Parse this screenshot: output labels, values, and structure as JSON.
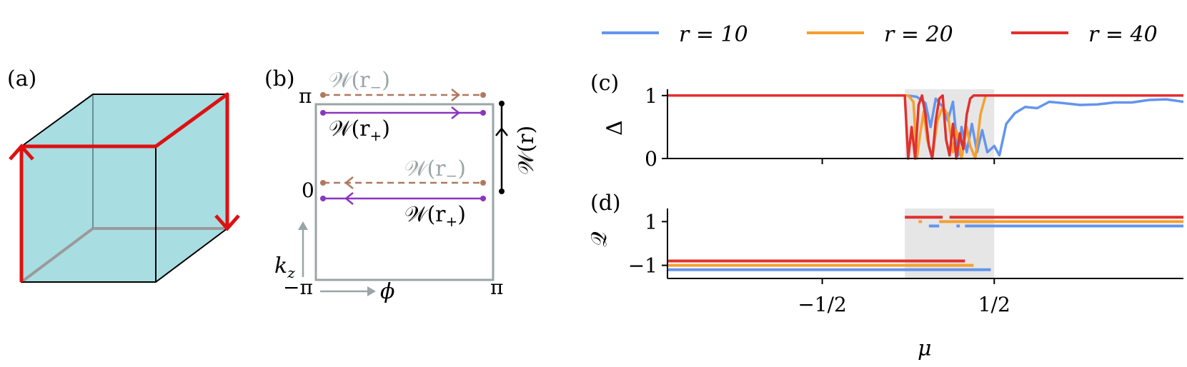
{
  "panels": {
    "a": {
      "label": "(a)"
    },
    "b": {
      "label": "(b)",
      "y_ticks": [
        "π",
        "0",
        "−π"
      ],
      "x_tick_right": "π",
      "axis_kz": "k",
      "axis_kz_sub": "z",
      "axis_phi": "ϕ",
      "w_r_minus": "𝒲(r",
      "w_r_plus": "𝒲(r",
      "sub_minus": "−",
      "sub_plus": "+",
      "close_paren": ")",
      "w_r": "𝒲(r)"
    },
    "c": {
      "label": "(c)",
      "ylabel": "Δ"
    },
    "d": {
      "label": "(d)",
      "ylabel": "𝒬"
    }
  },
  "legend": [
    {
      "text": "r = 10",
      "color": "#6495ed"
    },
    {
      "text": "r = 20",
      "color": "#f4a030"
    },
    {
      "text": "r = 40",
      "color": "#e0302e"
    }
  ],
  "colors": {
    "cube_fill": "#a8dde2",
    "path_red": "#dd1111",
    "purple": "#8a35c0",
    "brown": "#b07860",
    "gray": "#9aa5a5",
    "shade": "#e6e6e6"
  },
  "chart_data": [
    {
      "type": "line",
      "panel": "c",
      "xlabel": "μ",
      "ylabel": "Δ",
      "xlim": [
        -1.4,
        1.6
      ],
      "ylim": [
        0,
        1.1
      ],
      "x_ticks": [
        -0.5,
        0.5
      ],
      "x_tick_labels": [
        "−1/2",
        "1/2"
      ],
      "y_ticks": [
        0,
        1
      ],
      "y_tick_labels": [
        "0",
        "1"
      ],
      "shaded_region": [
        -0.02,
        0.5
      ],
      "series": [
        {
          "name": "r = 10",
          "color": "#6495ed",
          "x": [
            -1.4,
            -0.02,
            0.0,
            0.05,
            0.1,
            0.13,
            0.16,
            0.2,
            0.23,
            0.26,
            0.29,
            0.31,
            0.34,
            0.37,
            0.4,
            0.43,
            0.46,
            0.5,
            0.53,
            0.57,
            0.62,
            0.68,
            0.75,
            0.82,
            0.9,
            1.0,
            1.1,
            1.2,
            1.3,
            1.4,
            1.5,
            1.6
          ],
          "y": [
            1,
            1,
            1.0,
            0.98,
            0.88,
            0.5,
            0.95,
            0.82,
            0.6,
            0.9,
            0.05,
            0.5,
            0.1,
            0.55,
            0.1,
            0.45,
            0.1,
            0.2,
            0.05,
            0.55,
            0.72,
            0.82,
            0.8,
            0.9,
            0.88,
            0.85,
            0.86,
            0.89,
            0.89,
            0.93,
            0.94,
            0.9
          ]
        },
        {
          "name": "r = 20",
          "color": "#f4a030",
          "x": [
            -1.4,
            -0.02,
            0.0,
            0.03,
            0.05,
            0.07,
            0.09,
            0.11,
            0.14,
            0.17,
            0.2,
            0.23,
            0.26,
            0.28,
            0.31,
            0.34,
            0.36,
            0.39,
            0.42,
            0.45,
            1.6
          ],
          "y": [
            1,
            1,
            1.0,
            0.9,
            0.0,
            0.4,
            0.75,
            0.3,
            0.02,
            0.6,
            0.82,
            0.7,
            0.1,
            0.45,
            0.0,
            0.5,
            0.2,
            0.0,
            0.7,
            1.0,
            1.0
          ]
        },
        {
          "name": "r = 40",
          "color": "#e0302e",
          "x": [
            -1.4,
            -0.02,
            0.0,
            0.02,
            0.04,
            0.06,
            0.08,
            0.1,
            0.12,
            0.14,
            0.16,
            0.18,
            0.2,
            0.22,
            0.24,
            0.26,
            0.28,
            0.3,
            0.32,
            0.34,
            0.36,
            0.38,
            1.6
          ],
          "y": [
            1,
            1,
            0.0,
            0.5,
            0.0,
            0.85,
            1.0,
            0.7,
            0.2,
            0.0,
            0.6,
            0.95,
            1.0,
            0.3,
            0.05,
            0.55,
            0.0,
            0.4,
            0.15,
            0.7,
            0.95,
            1.0,
            1.0
          ]
        }
      ]
    },
    {
      "type": "line",
      "panel": "d",
      "xlabel": "μ",
      "ylabel": "𝒬",
      "xlim": [
        -1.4,
        1.6
      ],
      "ylim": [
        -1.6,
        1.6
      ],
      "x_ticks": [
        -0.5,
        0.5
      ],
      "x_tick_labels": [
        "−1/2",
        "1/2"
      ],
      "y_ticks": [
        -1,
        1
      ],
      "y_tick_labels": [
        "−1",
        "1"
      ],
      "shaded_region": [
        -0.02,
        0.5
      ],
      "series": [
        {
          "name": "r = 40",
          "color": "#e0302e",
          "segments": [
            {
              "x": [
                -1.4,
                0.33
              ],
              "y": -0.8
            },
            {
              "x": [
                -0.02,
                0.2
              ],
              "y": 1.2
            },
            {
              "x": [
                0.24,
                1.6
              ],
              "y": 1.2
            }
          ]
        },
        {
          "name": "r = 20",
          "color": "#f4a030",
          "segments": [
            {
              "x": [
                -1.4,
                0.38
              ],
              "y": -1.0
            },
            {
              "x": [
                0.06,
                0.08
              ],
              "y": 1.0
            },
            {
              "x": [
                0.18,
                1.6
              ],
              "y": 1.0
            }
          ]
        },
        {
          "name": "r = 10",
          "color": "#6495ed",
          "segments": [
            {
              "x": [
                -1.4,
                0.48
              ],
              "y": -1.2
            },
            {
              "x": [
                0.12,
                0.18
              ],
              "y": 0.8
            },
            {
              "x": [
                0.28,
                0.3
              ],
              "y": 0.8
            },
            {
              "x": [
                0.33,
                1.6
              ],
              "y": 0.8
            }
          ]
        }
      ]
    }
  ]
}
